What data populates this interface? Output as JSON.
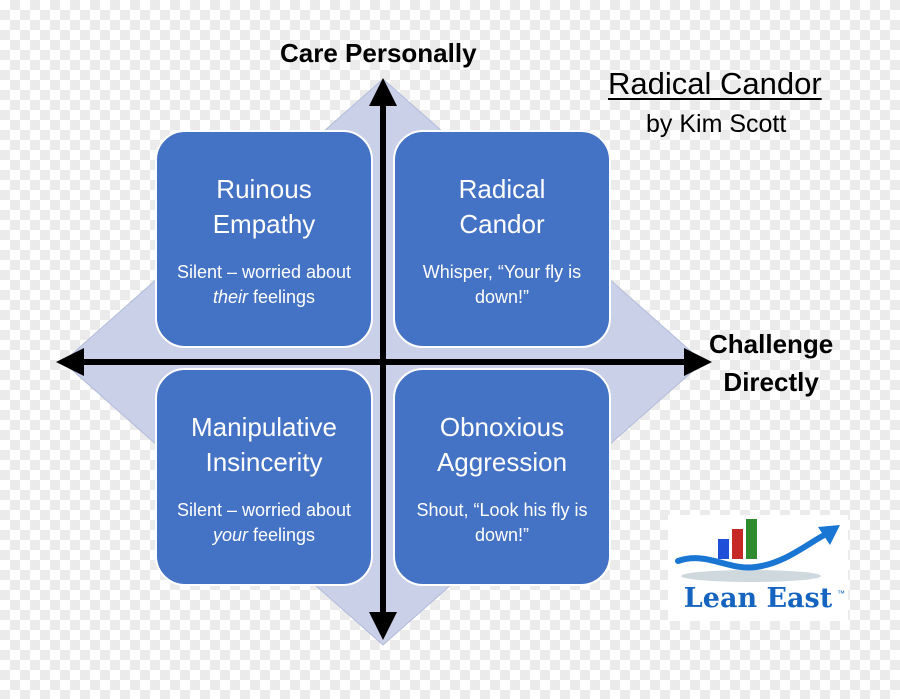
{
  "title": "Radical Candor",
  "subtitle": "by Kim Scott",
  "axes": {
    "vertical": "Care Personally",
    "horizontal": "Challenge\nDirectly"
  },
  "quadrants": {
    "top_left": {
      "title": "Ruinous\nEmpathy",
      "desc_before": "Silent – worried about ",
      "desc_emph": "their",
      "desc_after": " feelings"
    },
    "top_right": {
      "title": "Radical\nCandor",
      "desc": "Whisper, “Your fly is down!”"
    },
    "bottom_left": {
      "title": "Manipulative\nInsincerity",
      "desc_before": "Silent – worried about ",
      "desc_emph": "your",
      "desc_after": " feelings"
    },
    "bottom_right": {
      "title": "Obnoxious\nAggression",
      "desc": "Shout, “Look his fly is down!”"
    }
  },
  "logo": {
    "text": "Lean East",
    "tm": "™",
    "bar_colors": [
      "#1f4fd8",
      "#c62828",
      "#2e8b2e"
    ],
    "arrow_color": "#1976d2"
  },
  "colors": {
    "quadrant_fill": "#4472c4",
    "diamond_fill": "#c9d0e8",
    "axis": "#000000",
    "text_on_quadrant": "#ffffff"
  }
}
